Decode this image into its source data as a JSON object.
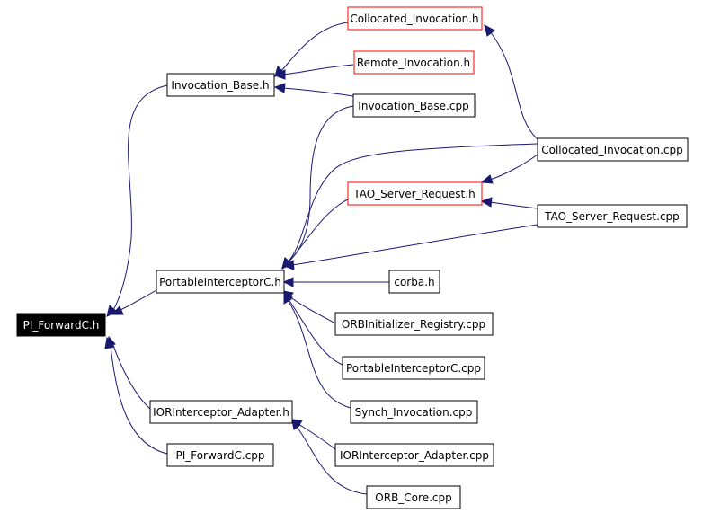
{
  "graph": {
    "nodes": {
      "pi_forwardc_h": "PI_ForwardC.h",
      "invocation_base_h": "Invocation_Base.h",
      "collocated_invocation_h": "Collocated_Invocation.h",
      "remote_invocation_h": "Remote_Invocation.h",
      "invocation_base_cpp": "Invocation_Base.cpp",
      "collocated_invocation_cpp": "Collocated_Invocation.cpp",
      "tao_server_request_h": "TAO_Server_Request.h",
      "tao_server_request_cpp": "TAO_Server_Request.cpp",
      "portableinterceptorc_h": "PortableInterceptorC.h",
      "corba_h": "corba.h",
      "orbinitializer_registry_cpp": "ORBInitializer_Registry.cpp",
      "portableinterceptorc_cpp": "PortableInterceptorC.cpp",
      "synch_invocation_cpp": "Synch_Invocation.cpp",
      "iorinterceptor_adapter_h": "IORInterceptor_Adapter.h",
      "iorinterceptor_adapter_cpp": "IORInterceptor_Adapter.cpp",
      "pi_forwardc_cpp": "PI_ForwardC.cpp",
      "orb_core_cpp": "ORB_Core.cpp"
    },
    "colors": {
      "edge": "#191970",
      "highlight_border": "#ff0000",
      "root_fill": "#000000"
    }
  }
}
